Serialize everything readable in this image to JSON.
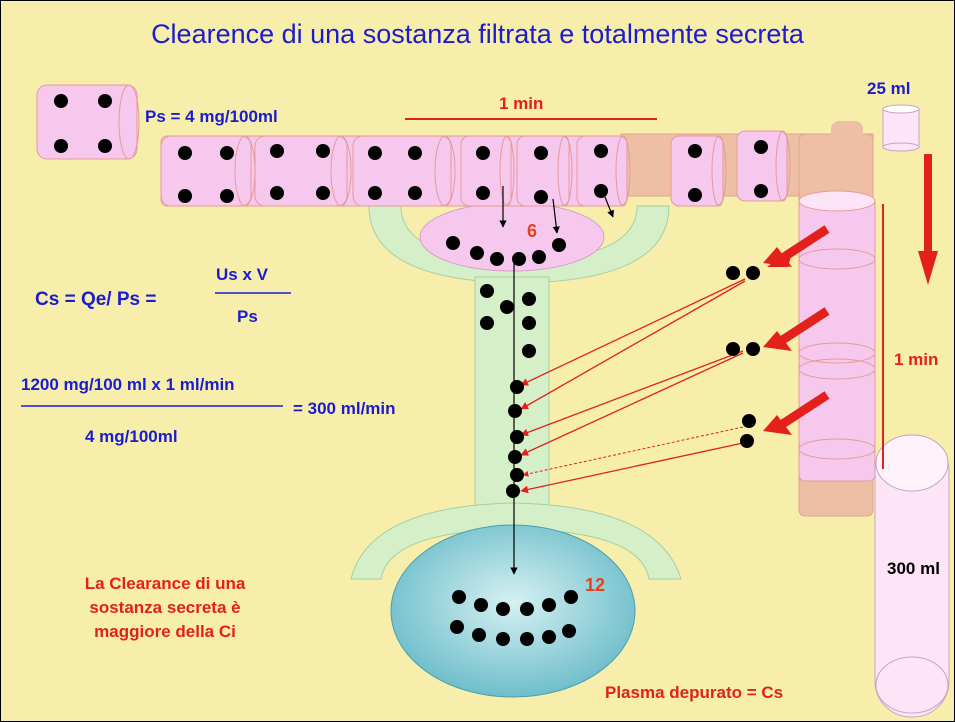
{
  "title": "Clearence di una sostanza filtrata e totalmente secreta",
  "labels": {
    "ps": "Ps = 4 mg/100ml",
    "one_min_top": "1 min",
    "vol_25": "25 ml",
    "one_min_right": "1 min",
    "vol_300": "300 ml",
    "filtered_count": "6",
    "urine_count": "12"
  },
  "formula": {
    "lhs": "Cs = Qe/ Ps =",
    "numerator": "Us x V",
    "denominator": "Ps",
    "calc_numerator": "1200 mg/100 ml x 1 ml/min",
    "calc_denominator": "4 mg/100ml",
    "calc_result": "= 300 ml/min"
  },
  "note": {
    "line1": "La Clearance di una",
    "line2": "sostanza secreta è",
    "line3": "maggiore della Ci"
  },
  "footer": "Plasma depurato = Cs",
  "colors": {
    "background": "#f7eeac",
    "title": "#1c1ccf",
    "accent_red": "#e3201b",
    "pink": "#f6c8ee",
    "green": "#d5efc9",
    "peach": "#efbfa5",
    "bowl": "#88cfd6"
  }
}
